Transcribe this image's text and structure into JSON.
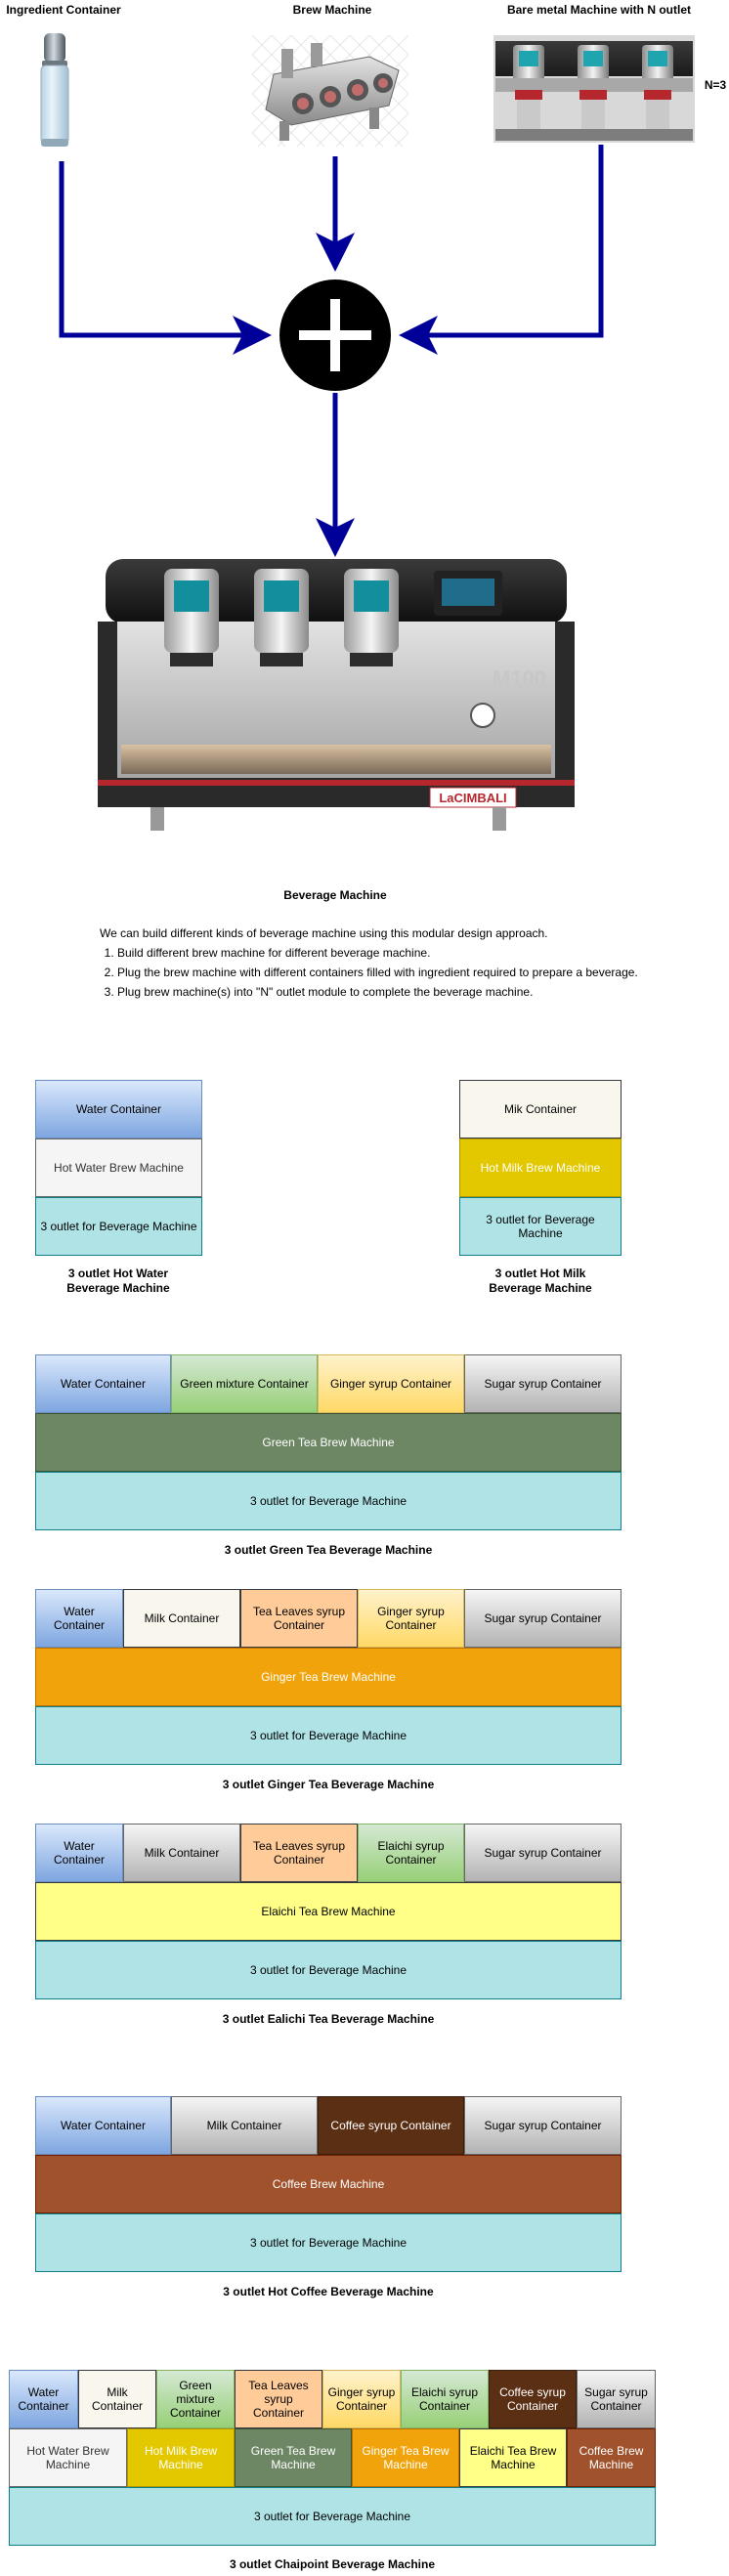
{
  "top": {
    "ingredient_title": "Ingredient Container",
    "brew_title": "Brew Machine",
    "bare_title": "Bare metal Machine with N outlet",
    "n_label": "N=3",
    "beverage_title": "Beverage Machine",
    "machine_brand": "LaCIMBALI",
    "machine_model": "M100"
  },
  "colors": {
    "arrow": "#000099",
    "plus_circle": "#000000"
  },
  "notes": {
    "intro": "We can build different kinds of beverage machine using this modular design approach.",
    "steps": [
      "Build different brew machine for different beverage machine.",
      "Plug the brew machine with different containers filled with ingredient required to prepare a beverage.",
      "Plug brew machine(s) into \"N\" outlet module to complete the beverage machine."
    ]
  },
  "hot_water": {
    "container": "Water Container",
    "brew": "Hot Water Brew Machine",
    "outlet": "3 outlet for Beverage Machine",
    "caption": "3 outlet Hot Water Beverage Machine"
  },
  "hot_milk": {
    "container": "Mik Container",
    "brew": "Hot Milk Brew Machine",
    "outlet": "3 outlet for Beverage Machine",
    "caption": "3 outlet Hot Milk Beverage Machine"
  },
  "green_tea": {
    "containers": [
      "Water Container",
      "Green mixture Container",
      "Ginger syrup Container",
      "Sugar syrup Container"
    ],
    "brew": "Green Tea Brew Machine",
    "outlet": "3 outlet for Beverage Machine",
    "caption": "3 outlet Green Tea Beverage Machine"
  },
  "ginger_tea": {
    "containers": [
      "Water Container",
      "Milk Container",
      "Tea Leaves syrup Container",
      "Ginger syrup Container",
      "Sugar syrup Container"
    ],
    "brew": "Ginger Tea Brew Machine",
    "outlet": "3 outlet for Beverage Machine",
    "caption": "3 outlet Ginger Tea Beverage Machine"
  },
  "elaichi_tea": {
    "containers": [
      "Water Container",
      "Milk Container",
      "Tea Leaves syrup Container",
      "Elaichi syrup Container",
      "Sugar syrup Container"
    ],
    "brew": "Elaichi Tea Brew Machine",
    "outlet": "3 outlet for Beverage Machine",
    "caption": "3 outlet Ealichi Tea Beverage Machine"
  },
  "coffee": {
    "containers": [
      "Water Container",
      "Milk Container",
      "Coffee syrup Container",
      "Sugar syrup Container"
    ],
    "brew": "Coffee Brew Machine",
    "outlet": "3 outlet for Beverage Machine",
    "caption": "3 outlet Hot Coffee Beverage Machine"
  },
  "chaipoint": {
    "containers": [
      "Water Container",
      "Milk Container",
      "Green mixture Container",
      "Tea Leaves syrup Container",
      "Ginger syrup Container",
      "Elaichi syrup Container",
      "Coffee syrup Container",
      "Sugar syrup Container"
    ],
    "brews": [
      "Hot Water Brew Machine",
      "Hot Milk Brew Machine",
      "Green Tea Brew Machine",
      "Ginger Tea Brew Machine",
      "Elaichi Tea Brew Machine",
      "Coffee Brew Machine"
    ],
    "outlet": "3 outlet for Beverage Machine",
    "caption": "3 outlet Chaipoint Beverage Machine"
  }
}
